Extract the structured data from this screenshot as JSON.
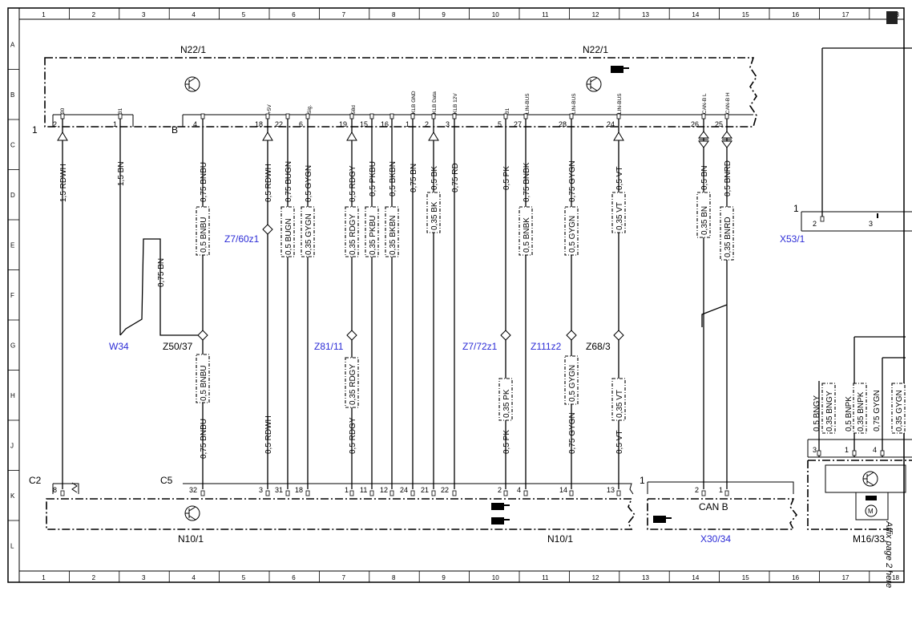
{
  "grid": {
    "columns": [
      "1",
      "2",
      "3",
      "4",
      "5",
      "6",
      "7",
      "8",
      "9",
      "10",
      "11",
      "12",
      "13",
      "14",
      "15",
      "16",
      "17",
      "18"
    ],
    "rows": [
      "A",
      "B",
      "C",
      "D",
      "E",
      "F",
      "G",
      "H",
      "J",
      "K",
      "L"
    ]
  },
  "components": {
    "n22_left": "N22/1",
    "n22_right": "N22/1",
    "n10_left": "N10/1",
    "n10_right": "N10/1",
    "x30": "X30/34",
    "x53": "X53/1",
    "m16": "M16/33",
    "can_b": "CAN B",
    "conn_1": "1",
    "conn_b": "B",
    "conn_c2": "C2",
    "conn_c5": "C5",
    "conn_x30_1": "1",
    "conn_x53_1": "1"
  },
  "splices": {
    "w34": "W34",
    "z50": "Z50/37",
    "z7_60": "Z7/60z1",
    "z81": "Z81/11",
    "z7_72": "Z7/72z1",
    "z111": "Z111z2",
    "z68": "Z68/3"
  },
  "signals": [
    "30",
    "31",
    "+5V",
    "Sig.",
    "58d",
    "KLB GND",
    "KLB Data",
    "KLB 12V",
    "31",
    "LIN-BUS",
    "LIN-BUS",
    "LIN-BUS",
    "CAN-B L",
    "CAN-B H"
  ],
  "top_pins": [
    "2",
    "1",
    "4",
    "18",
    "22",
    "6",
    "19",
    "15",
    "16",
    "1",
    "2",
    "3",
    "5",
    "27",
    "28",
    "24",
    "26",
    "25"
  ],
  "bottom_pins": [
    "8",
    "32",
    "3",
    "31",
    "18",
    "1",
    "11",
    "12",
    "24",
    "21",
    "22",
    "2",
    "4",
    "14",
    "13",
    "2",
    "1"
  ],
  "x53_pins": [
    "2",
    "3"
  ],
  "m16_pins": [
    "3",
    "1",
    "4"
  ],
  "wire_labels": {
    "top": [
      "1,5 RDWH",
      "1,5 BN",
      "0,75 BNBU",
      "0,5 RDWH",
      "0,75 BUGN",
      "0,5 GYGN",
      "0,5 RDGY",
      "0,5 PKBU",
      "0,5 BKBN",
      "0,75 BN",
      "0,5 BK",
      "0,75 RD",
      "0,5 PK",
      "0,75 BNBK",
      "0,75 GYGN",
      "0,5 VT",
      "0,5 BN",
      "0,5 BNRD"
    ],
    "boxed_upper": [
      "0,5 BNBU",
      "0,5 BUGN",
      "0,35 GYGN",
      "0,35 RDGY",
      "0,35 PKBU",
      "0,35 BKBN",
      "0,35 BK",
      "0,5 BNBK",
      "0,5 GYGN",
      "0,35 VT",
      "0,35 BN",
      "0,35 BNRD"
    ],
    "w34_branch": "0,75 BN",
    "boxed_lower": [
      "0,5 BNBU",
      "0,35 RDGY",
      "0,35 PK",
      "0,5 GYGN",
      "0,35 VT"
    ],
    "bottom": [
      "0,75 BNBU",
      "0,5 RDWH",
      "0,5 RDGY",
      "0,5 PK",
      "0,75 GYGN",
      "0,5 VT"
    ],
    "m16_wires": [
      "0,5 BNGY",
      "0,5 BNPK",
      "0,75 GYGN"
    ],
    "m16_boxed": [
      "0,35 BNGY",
      "0,35 BNPK",
      "0,35 GYGN"
    ]
  },
  "side_note": "Affix page 2 here"
}
